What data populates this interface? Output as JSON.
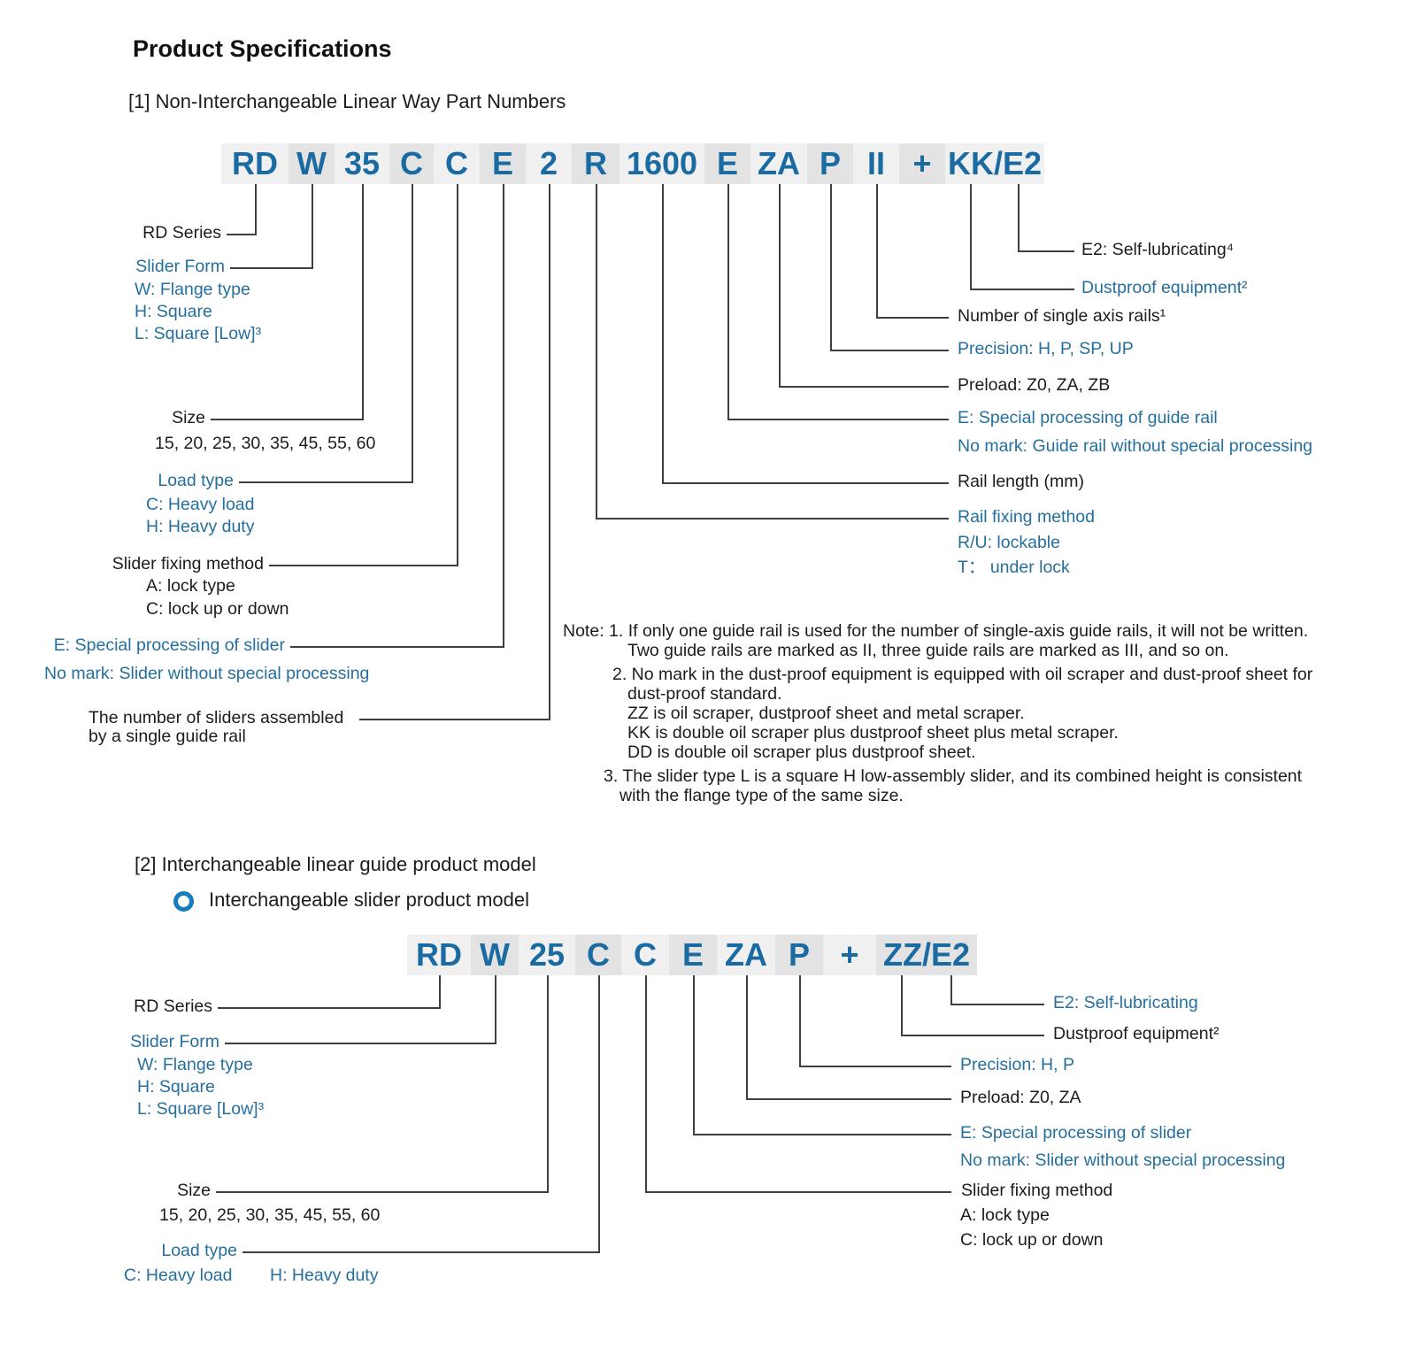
{
  "title": "Product Specifications",
  "colors": {
    "label_blue": "#256f9e",
    "code_blue": "#1b6ba3",
    "band_light": "#f0f0f0",
    "band_dark": "#e3e3e3",
    "callout_line": "#3f3f3f",
    "bullet_blue": "#177bc0"
  },
  "section1": {
    "heading": "[1] Non-Interchangeable Linear Way Part Numbers",
    "code": [
      "RD",
      "W",
      "35",
      "C",
      "C",
      "E",
      "2",
      "R",
      "1600",
      "E",
      "ZA",
      "P",
      "II",
      "+",
      "KK/E2"
    ],
    "callouts": {
      "rd_series": "RD Series",
      "slider_form": "Slider Form",
      "sf_w": "W: Flange type",
      "sf_h": "H: Square",
      "sf_l": "L: Square [Low]³",
      "size": "Size",
      "size_values": "15, 20, 25, 30, 35, 45, 55, 60",
      "load_type": "Load type",
      "lt_c": "C: Heavy load",
      "lt_h": "H: Heavy duty",
      "slider_fixing": "Slider fixing method",
      "fix_a": "A: lock type",
      "fix_c": "C: lock up or down",
      "slider_special": "E: Special processing of slider",
      "slider_special_nomark": "No mark: Slider without special processing",
      "slider_count_1": "The number of sliders assembled",
      "slider_count_2": "by a single guide rail",
      "e2": "E2: Self-lubricating⁴",
      "dustproof": "Dustproof equipment²",
      "rails_count": "Number of single axis rails¹",
      "precision": "Precision: H, P, SP, UP",
      "preload": "Preload: Z0, ZA, ZB",
      "rail_special": "E: Special processing of guide rail",
      "rail_special_nomark": "No mark: Guide rail without special processing",
      "rail_length": "Rail length (mm)",
      "rail_fixing": "Rail fixing method",
      "rf_ru": "R/U: lockable",
      "rf_t": "T： under lock"
    },
    "notes": [
      "Note: 1. If only one guide rail is used for the number of single-axis guide rails, it will not be written.",
      "Two guide rails are marked as II, three guide rails are marked as III, and so on.",
      "2. No mark in the dust-proof equipment is equipped with oil scraper and dust-proof sheet for",
      "dust-proof standard.",
      "ZZ is oil scraper, dustproof sheet and metal scraper.",
      "KK is double oil scraper plus dustproof sheet plus metal scraper.",
      "DD is double oil scraper plus dustproof sheet.",
      "3. The slider type L is a square H low-assembly slider, and its combined height is consistent",
      "with the flange type of the same size."
    ]
  },
  "section2": {
    "heading": "[2] Interchangeable linear guide product model",
    "subheading": "Interchangeable slider product model",
    "code": [
      "RD",
      "W",
      "25",
      "C",
      "C",
      "E",
      "ZA",
      "P",
      "+",
      "ZZ/E2"
    ],
    "callouts": {
      "rd_series": "RD Series",
      "slider_form": "Slider Form",
      "sf_w": "W: Flange type",
      "sf_h": "H: Square",
      "sf_l": "L: Square [Low]³",
      "size": "Size",
      "size_values": "15, 20, 25, 30, 35, 45, 55, 60",
      "load_type": "Load type",
      "lt_c": "C: Heavy load",
      "lt_h": "H: Heavy duty",
      "slider_fixing": "Slider fixing method",
      "fix_a": "A: lock type",
      "fix_c": "C: lock up or down",
      "slider_special": "E: Special processing of slider",
      "slider_special_nomark": "No mark: Slider without special processing",
      "e2": "E2: Self-lubricating",
      "dustproof": "Dustproof equipment²",
      "precision": "Precision: H, P",
      "preload": "Preload: Z0, ZA"
    }
  }
}
